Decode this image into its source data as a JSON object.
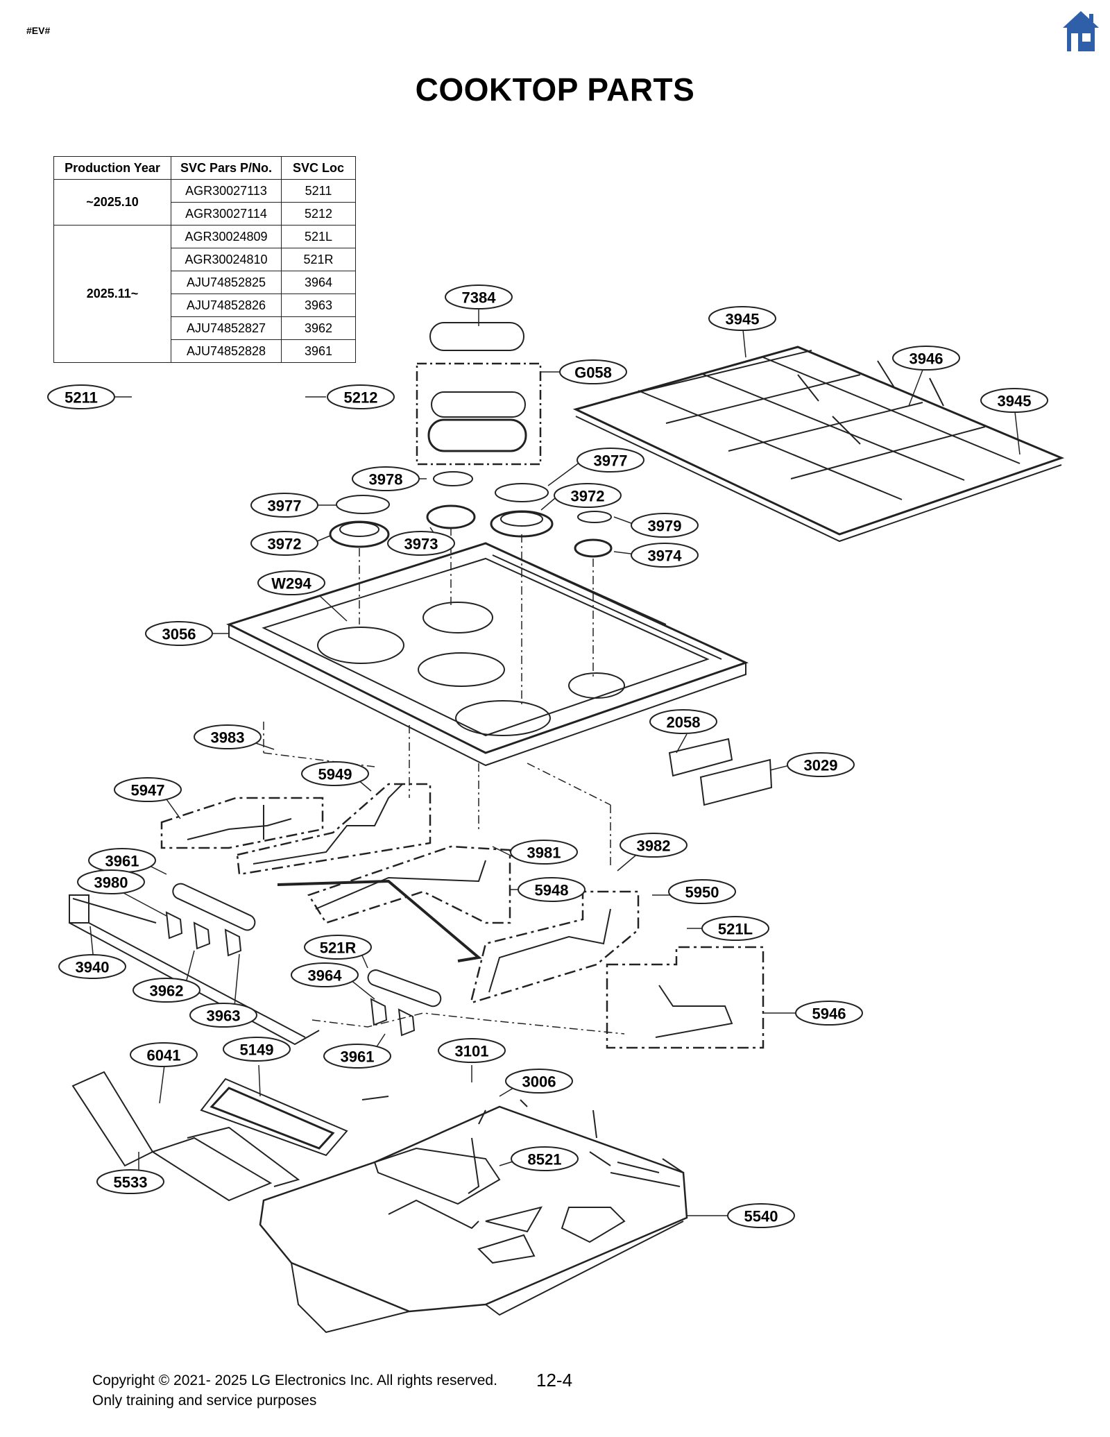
{
  "header": {
    "tag": "#EV#",
    "home_icon": "home-icon"
  },
  "title": "COOKTOP PARTS",
  "svc_table": {
    "headers": [
      "Production Year",
      "SVC Pars P/No.",
      "SVC Loc"
    ],
    "groups": [
      {
        "year": "~2025.10",
        "rows": [
          [
            "AGR30027113",
            "5211"
          ],
          [
            "AGR30027114",
            "5212"
          ]
        ]
      },
      {
        "year": "2025.11~",
        "rows": [
          [
            "AGR30024809",
            "521L"
          ],
          [
            "AGR30024810",
            "521R"
          ],
          [
            "AJU74852825",
            "3964"
          ],
          [
            "AJU74852826",
            "3963"
          ],
          [
            "AJU74852827",
            "3962"
          ],
          [
            "AJU74852828",
            "3961"
          ]
        ]
      }
    ]
  },
  "callouts": [
    "7384",
    "3945",
    "3946",
    "3945",
    "G058",
    "5211",
    "5212",
    "3977",
    "3978",
    "3977",
    "3972",
    "3972",
    "3973",
    "3979",
    "3974",
    "W294",
    "3056",
    "2058",
    "3029",
    "3983",
    "5949",
    "5947",
    "3981",
    "3982",
    "5948",
    "5950",
    "521L",
    "3961",
    "3980",
    "521R",
    "3940",
    "3964",
    "3962",
    "3963",
    "5946",
    "6041",
    "5149",
    "3961",
    "3101",
    "3006",
    "8521",
    "5533",
    "5540"
  ],
  "footer": {
    "copyright": "Copyright © 2021- 2025 LG Electronics Inc. All rights reserved.",
    "note": "Only training and service purposes",
    "page": "12-4"
  }
}
